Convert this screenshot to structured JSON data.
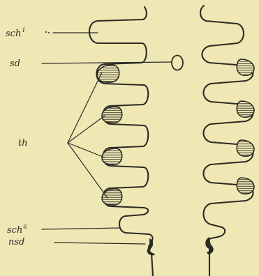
{
  "labels": {
    "sch1": {
      "text": "sch",
      "sup": "1"
    },
    "sd": {
      "text": "sd"
    },
    "th": {
      "text": "th"
    },
    "sch6": {
      "text": "sch",
      "sup": "6"
    },
    "nsd": {
      "text": "nsd"
    }
  },
  "colors": {
    "background": "#efe8b5",
    "ink": "#2b2a25"
  }
}
